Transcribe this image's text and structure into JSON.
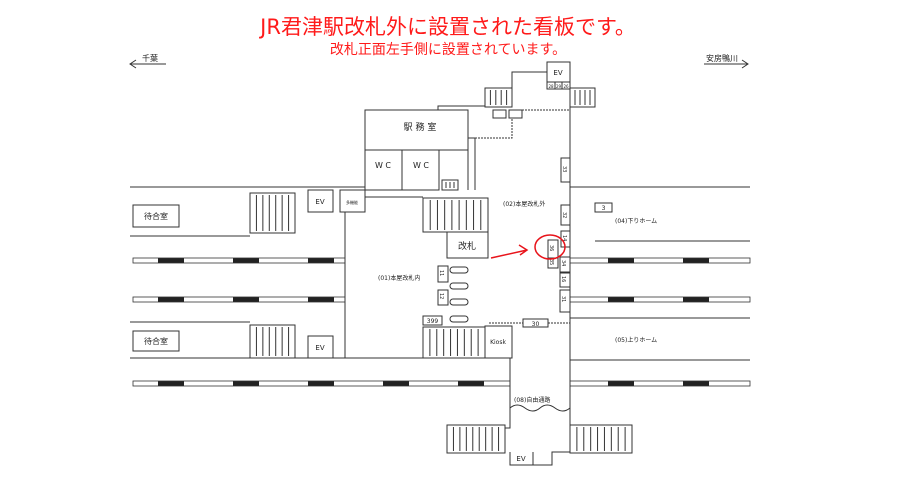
{
  "title": {
    "line1": "JR君津駅改札外に設置された看板です。",
    "line2": "改札正面左手側に設置されています。",
    "color": "#ff1a1a"
  },
  "directions": {
    "left": "千葉",
    "right": "安房鴨川"
  },
  "rooms": {
    "station_office": "駅 務 室",
    "wc1": "W C",
    "wc2": "W C",
    "waiting_room_upper": "待合室",
    "waiting_room_lower": "待合室",
    "ev_top": "EV",
    "ev_left_upper": "EV",
    "ev_left_lower": "EV",
    "ev_bottom": "EV",
    "multipurpose_toilet": "多機能",
    "ticket_gate": "改札",
    "kiosk": "Kiosk"
  },
  "areas": {
    "inside_gate": "(01)本屋改札内",
    "outside_gate": "(02)本屋改札外",
    "down_platform": "(04)下りホーム",
    "up_platform": "(05)上りホーム",
    "free_passage": "(08)自由通路"
  },
  "sign_numbers": {
    "top_ev": [
      "28",
      "29",
      "26"
    ],
    "n33": "33",
    "n32": "32",
    "n14": "14",
    "n36": "36",
    "n35": "35",
    "n34": "34",
    "n16": "16",
    "n31": "31",
    "n3": "3",
    "n11": "11",
    "n12": "12",
    "n399": "399",
    "n30": "30"
  },
  "highlight": {
    "target_sign": "36",
    "color": "#e8141b"
  }
}
